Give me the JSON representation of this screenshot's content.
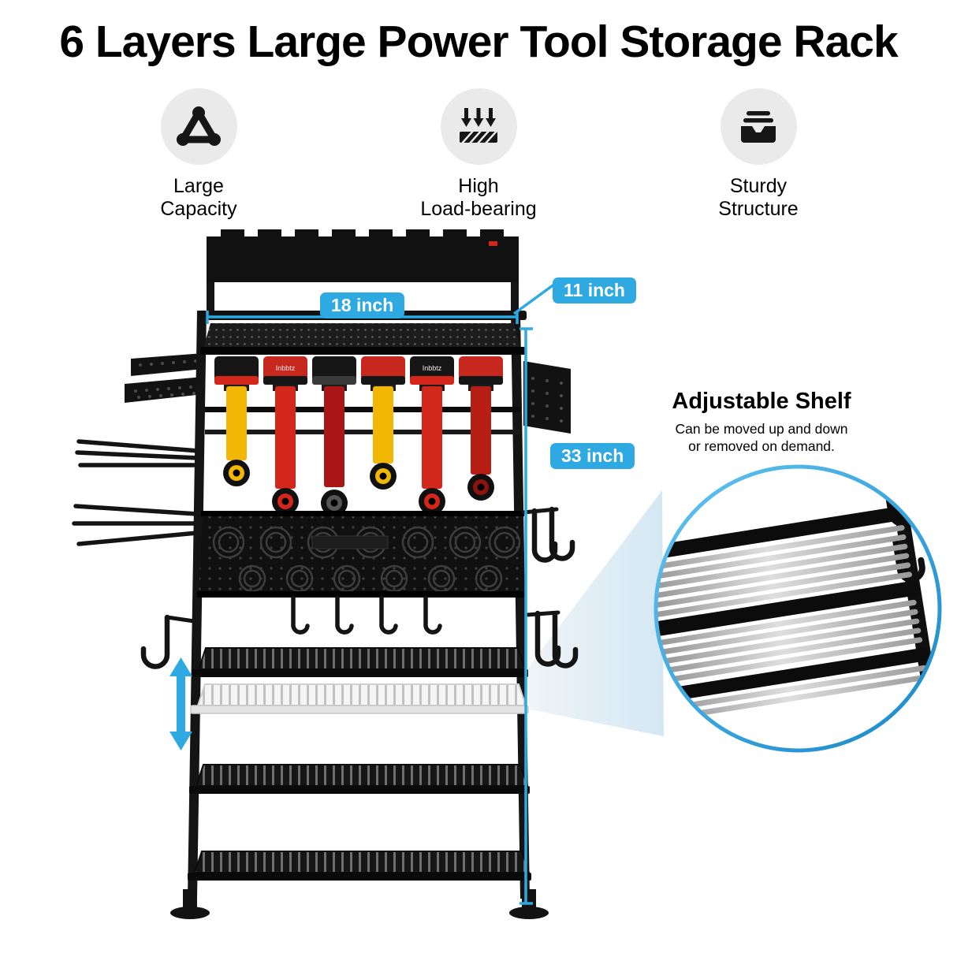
{
  "title": "6 Layers Large Power Tool Storage Rack",
  "features": [
    {
      "icon": "triangle-capacity-icon",
      "line1": "Large",
      "line2": "Capacity"
    },
    {
      "icon": "load-arrows-icon",
      "line1": "High",
      "line2": "Load-bearing"
    },
    {
      "icon": "sturdy-tray-icon",
      "line1": "Sturdy",
      "line2": "Structure"
    }
  ],
  "dimensions": {
    "width": "18 inch",
    "depth": "11 inch",
    "height": "33 inch"
  },
  "callout": {
    "title": "Adjustable Shelf",
    "line1": "Can be moved up and down",
    "line2": "or removed on demand."
  },
  "drill_brand": "Inbbtz",
  "colors": {
    "accent": "#2ea9e2",
    "icon_circle": "#eaeaea",
    "rack_black": "#141414",
    "drill_red": "#d3271c",
    "drill_yellow": "#f2b705",
    "ghost_shelf": "#f5f5f5"
  }
}
